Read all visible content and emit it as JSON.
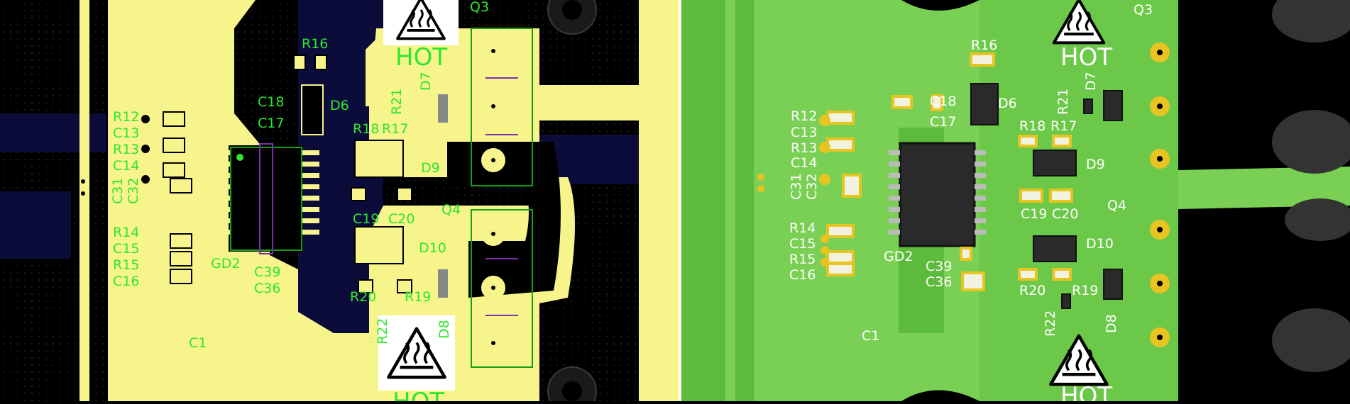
{
  "panels": {
    "left": {
      "view": "2D copper layout"
    },
    "right": {
      "view": "3D board render"
    }
  },
  "colors": {
    "copper_2d": "#f7f48c",
    "board_2d": "#000000",
    "inner_2d": "#0c0c3a",
    "label_2d": "#2ee62e",
    "outline_2d": "#16a016",
    "mask_3d": "#5cba3c",
    "copper_3d": "#7ad054",
    "pad_3d": "#e8c421",
    "label_3d": "#ffffff",
    "body_3d": "#2a2a2a"
  },
  "warning": {
    "text": "HOT",
    "icon": "hot-surface-warning-icon"
  },
  "designators": [
    "Q3",
    "R16",
    "C18",
    "C17",
    "D6",
    "R21",
    "D7",
    "R18",
    "R17",
    "D9",
    "R12",
    "C13",
    "R13",
    "C14",
    "C31",
    "C32",
    "C19",
    "C20",
    "Q4",
    "D10",
    "R14",
    "C15",
    "R15",
    "C16",
    "GD2",
    "C39",
    "C36",
    "R20",
    "R19",
    "R22",
    "D8",
    "C1"
  ]
}
